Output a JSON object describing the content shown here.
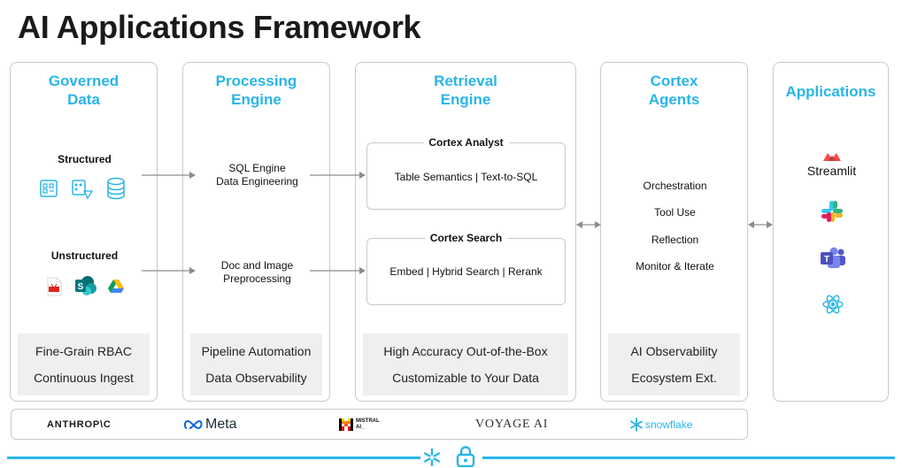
{
  "title": "AI Applications Framework",
  "colors": {
    "accent": "#29b5e8",
    "border": "#c9c9c9",
    "footer_bg": "#efefef"
  },
  "columns": {
    "governed": {
      "heading": "Governed\nData",
      "structured_label": "Structured",
      "unstructured_label": "Unstructured",
      "structured_icons": [
        "data-grid-icon",
        "data-share-icon",
        "database-icon"
      ],
      "unstructured_icons": [
        "pdf-icon",
        "sharepoint-icon",
        "google-drive-icon"
      ],
      "footer": [
        "Fine-Grain RBAC",
        "Continuous Ingest"
      ]
    },
    "processing": {
      "heading": "Processing\nEngine",
      "sql_text": "SQL Engine\nData Engineering",
      "doc_text": "Doc and Image\nPreprocessing",
      "footer": [
        "Pipeline Automation",
        "Data Observability"
      ]
    },
    "retrieval": {
      "heading": "Retrieval\nEngine",
      "analyst": {
        "title": "Cortex Analyst",
        "text": "Table Semantics | Text-to-SQL"
      },
      "search": {
        "title": "Cortex Search",
        "text": "Embed | Hybrid Search | Rerank"
      },
      "footer": [
        "High Accuracy Out-of-the-Box",
        "Customizable to Your Data"
      ]
    },
    "agents": {
      "heading": "Cortex\nAgents",
      "items": [
        "Orchestration",
        "Tool Use",
        "Reflection",
        "Monitor & Iterate"
      ],
      "footer": [
        "AI Observability",
        "Ecosystem Ext."
      ]
    },
    "applications": {
      "heading": "Applications",
      "streamlit_label": "Streamlit",
      "icons": [
        "streamlit-icon",
        "slack-icon",
        "teams-icon",
        "react-icon"
      ]
    }
  },
  "partners": {
    "anthropic": "ANTHROP\\C",
    "meta": "Meta",
    "mistral": "MISTRAL\nAI_",
    "voyage": "VOYAGE AI",
    "snowflake": "snowflake"
  }
}
